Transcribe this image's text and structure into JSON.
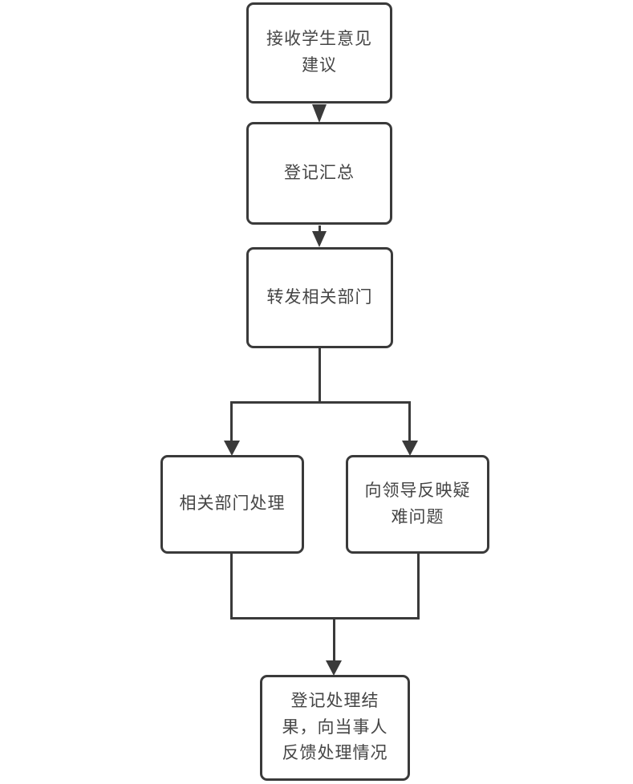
{
  "diagram": {
    "type": "flowchart",
    "direction": "top-down",
    "nodes": [
      {
        "id": "receive",
        "label": "接收学生意见\n建议"
      },
      {
        "id": "register",
        "label": "登记汇总"
      },
      {
        "id": "forward",
        "label": "转发相关部门"
      },
      {
        "id": "dept-handle",
        "label": "相关部门处理"
      },
      {
        "id": "report-leader",
        "label": "向领导反映疑\n难问题"
      },
      {
        "id": "feedback",
        "label": "登记处理结\n果，向当事人\n反馈处理情况"
      }
    ],
    "edges": [
      {
        "from": "receive",
        "to": "register"
      },
      {
        "from": "register",
        "to": "forward"
      },
      {
        "from": "forward",
        "to": "dept-handle"
      },
      {
        "from": "forward",
        "to": "report-leader"
      },
      {
        "from": "dept-handle",
        "to": "feedback"
      },
      {
        "from": "report-leader",
        "to": "feedback"
      }
    ],
    "colors": {
      "line": "#3a3a3a",
      "text": "#454545",
      "node_background": "#ffffff",
      "page_background": "#ffffff"
    }
  }
}
